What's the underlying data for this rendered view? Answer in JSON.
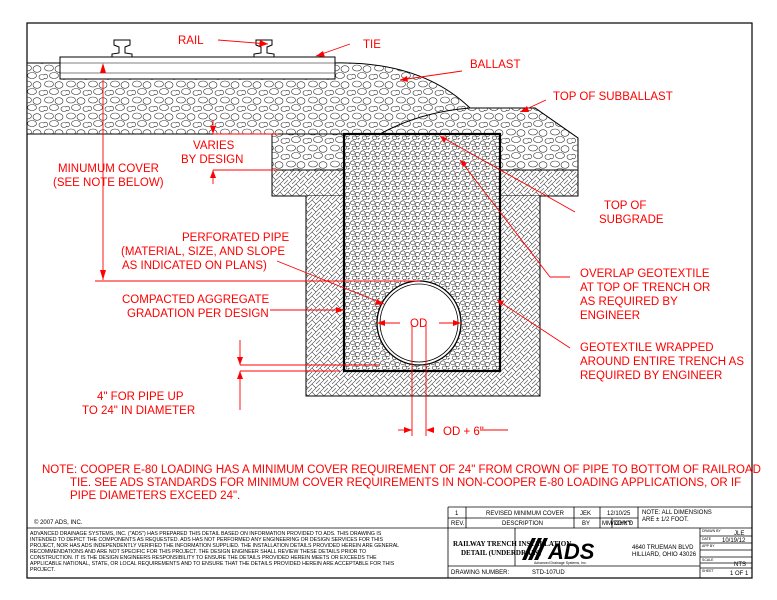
{
  "labels": {
    "rail": "RAIL",
    "tie": "TIE",
    "ballast": "BALLAST",
    "top_subballast": "TOP OF SUBBALLAST",
    "varies": [
      "VARIES",
      "BY DESIGN"
    ],
    "min_cover": [
      "MINUMUM COVER",
      "(SEE NOTE BELOW)"
    ],
    "top_subgrade": [
      "TOP OF",
      "SUBGRADE"
    ],
    "perforated_pipe": [
      "PERFORATED PIPE",
      "(MATERIAL, SIZE, AND SLOPE",
      "AS INDICATED ON PLANS)"
    ],
    "overlap_geotextile": [
      "OVERLAP GEOTEXTILE",
      "AT TOP OF TRENCH OR",
      "AS REQUIRED BY",
      "ENGINEER"
    ],
    "compacted_aggregate": [
      "COMPACTED AGGREGATE",
      "GRADATION PER DESIGN"
    ],
    "od": "OD",
    "geotextile_wrapped": [
      "GEOTEXTILE WRAPPED",
      "AROUND ENTIRE TRENCH AS",
      "REQUIRED BY ENGINEER"
    ],
    "four_inch": [
      "4\" FOR PIPE UP",
      "TO 24\" IN DIAMETER"
    ],
    "od_plus_6": "OD + 6\""
  },
  "note": [
    "NOTE:  COOPER E-80 LOADING HAS A MINIMUM COVER REQUIREMENT OF 24\" FROM CROWN OF PIPE TO BOTTOM OF RAILROAD",
    "TIE.  SEE ADS STANDARDS FOR MINIMUM COVER REQUIREMENTS IN NON-COOPER E-80 LOADING APPLICATIONS, OR IF",
    "PIPE DIAMETERS EXCEED 24\"."
  ],
  "title_block": {
    "copyright": "© 2007 ADS, INC.",
    "disclaimer": [
      "ADVANCED DRAINAGE SYSTEMS, INC. (\"ADS\") HAS PREPARED THIS DETAIL BASED ON INFORMATION PROVIDED TO ADS.  THIS DRAWING IS",
      "INTENDED TO DEPICT THE COMPONENTS AS REQUESTED.  ADS HAS NOT PERFORMED ANY ENGINEERING OR DESIGN SERVICES FOR THIS",
      "PROJECT, NOR HAS ADS INDEPENDENTLY VERIFIED THE INFORMATION SUPPLIED.  THE INSTALLATION DETAILS PROVIDED HEREIN ARE GENERAL",
      "RECOMMENDATIONS AND ARE NOT SPECIFIC FOR THIS PROJECT.  THE DESIGN ENGINEER SHALL REVIEW THESE DETAILS PRIOR TO",
      "CONSTRUCTION.  IT IS THE DESIGN ENGINEERS RESPONSIBILITY TO ENSURE THE DETAILS PROVIDED HEREIN MEETS OR EXCEEDS THE",
      "APPLICABLE NATIONAL, STATE, OR LOCAL REQUIREMENTS AND TO ENSURE THAT THE DETAILS PROVIDED HEREIN ARE ACCEPTABLE FOR THIS",
      "PROJECT."
    ],
    "rev_row": {
      "rev": "1",
      "description": "REVISED MINIMUM COVER",
      "by": "JEK",
      "date": "12/10/25"
    },
    "header_row": {
      "rev": "REV.",
      "description": "DESCRIPTION",
      "by": "BY",
      "date": "MM/DD/YY",
      "chkd": "CHK'D"
    },
    "notes_dims": [
      "NOTE: ALL DIMENSIONS",
      "ARE ± 1/2 FOOT."
    ],
    "drawing_title": [
      "RAILWAY TRENCH INSTALLATION",
      "DETAIL (UNDERDRAIN)"
    ],
    "drawing_number_label": "DRAWING NUMBER:",
    "drawing_number": "STD-107UD",
    "logo_text": "ADS",
    "logo_sub": "Advanced Drainage Systems, Inc.",
    "address": [
      "4640 TRUEMAN BLVD",
      "HILLIARD, OHIO 43026"
    ],
    "drawn_by_label": "DRAWN BY",
    "drawn_by": "JLE",
    "date_label": "DATE",
    "date": "10/19/12",
    "app_by_label": "APP BY",
    "scale_label": "SCALE",
    "scale": "NTS",
    "sheet_label": "SHEET",
    "sheet": "1 OF 1"
  }
}
